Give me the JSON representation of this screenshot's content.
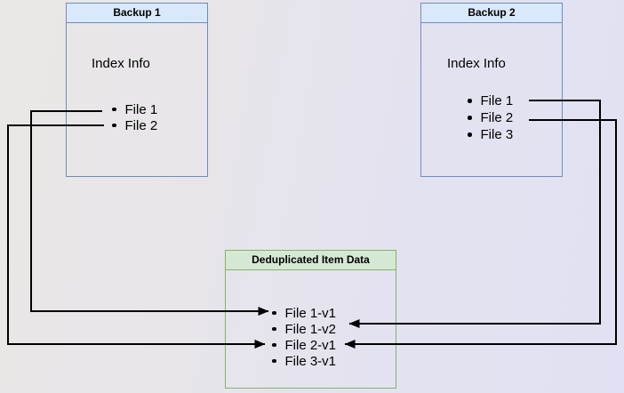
{
  "diagram": {
    "backup1": {
      "title": "Backup 1",
      "section_label": "Index Info",
      "files": [
        "File 1",
        "File 2"
      ]
    },
    "backup2": {
      "title": "Backup 2",
      "section_label": "Index Info",
      "files": [
        "File 1",
        "File 2",
        "File 3"
      ]
    },
    "dedup": {
      "title": "Deduplicated Item Data",
      "items": [
        "File 1-v1",
        "File 1-v2",
        "File 2-v1",
        "File 3-v1"
      ]
    },
    "connections": [
      {
        "from": "Backup 1 / File 1",
        "to": "File 1-v1"
      },
      {
        "from": "Backup 1 / File 2",
        "to": "File 2-v1"
      },
      {
        "from": "Backup 2 / File 1",
        "to": "File 1-v2"
      },
      {
        "from": "Backup 2 / File 2",
        "to": "File 2-v1"
      }
    ],
    "colors": {
      "backup_header_fill": "#dae8fc",
      "backup_border": "#6c8ebf",
      "dedup_header_fill": "#d5e8d4",
      "dedup_border": "#82b366",
      "connector": "#000000",
      "text": "#000000"
    }
  }
}
